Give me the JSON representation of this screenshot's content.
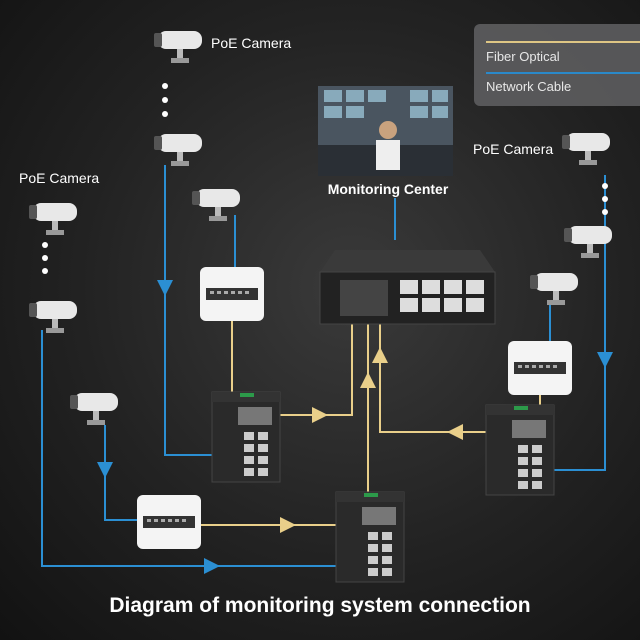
{
  "title": "Diagram of monitoring system connection",
  "legend": {
    "items": [
      {
        "label": "Fiber Optical",
        "color": "#e9cf8a"
      },
      {
        "label": "Network Cable",
        "color": "#2b8fd3"
      }
    ]
  },
  "labels": {
    "camera_top_left": "PoE Camera",
    "camera_left": "PoE Camera",
    "camera_right": "PoE Camera",
    "monitoring_center": "Monitoring Center"
  },
  "colors": {
    "fiber": "#e9cf8a",
    "network": "#2b8fd3",
    "background": "#222222"
  }
}
